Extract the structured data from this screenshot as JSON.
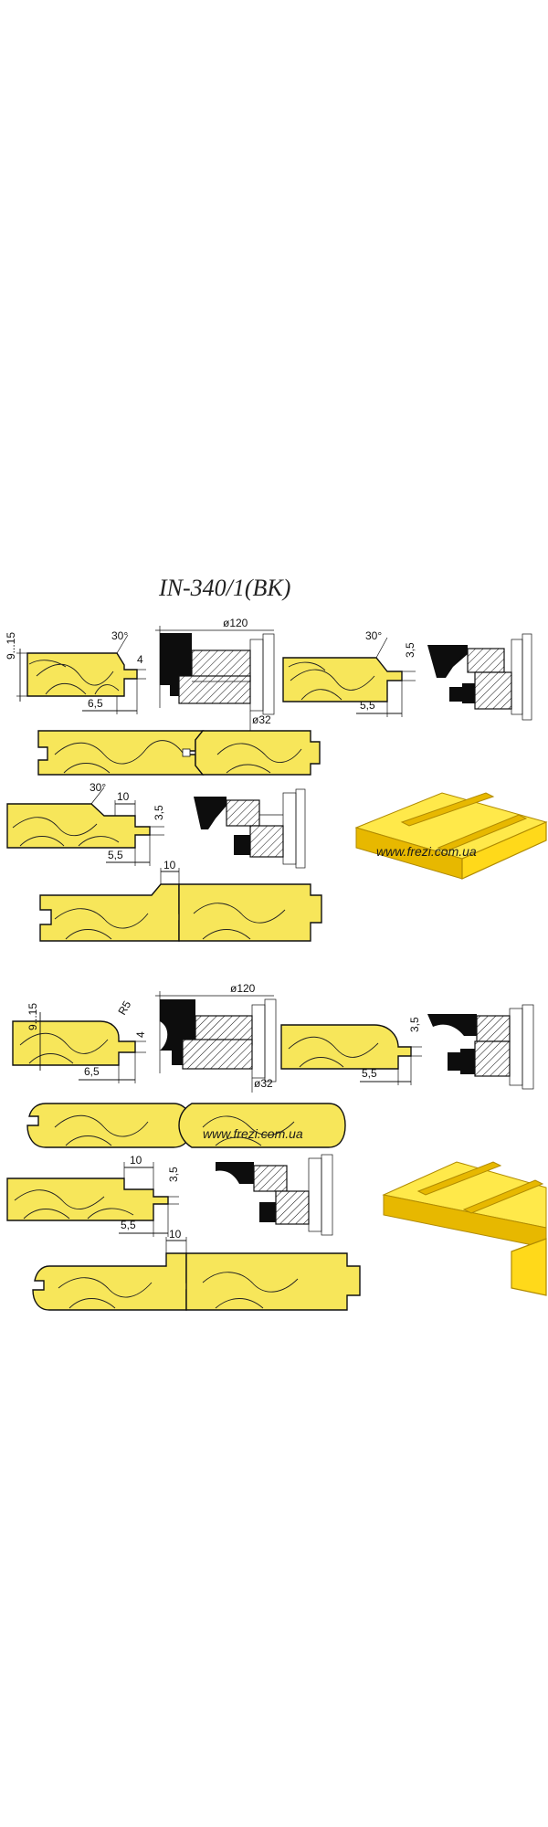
{
  "title": "IN-340/1(BK)",
  "watermark": "www.frezi.com.ua",
  "colors": {
    "wood": "#f7e65a",
    "panel": "#ffd91a",
    "cutter": "#0d0d0d"
  },
  "section1": {
    "profile_a": {
      "thickness": "9...15",
      "angle": "30°",
      "depth": "4",
      "offset": "6,5",
      "diameter": "ø120",
      "bore": "ø32"
    },
    "profile_b": {
      "angle": "30°",
      "depth": "3,5",
      "offset": "5,5"
    },
    "profile_c": {
      "angle": "30°",
      "width": "10",
      "depth": "3,5",
      "offset": "5,5"
    },
    "joint_gap": "10"
  },
  "section2": {
    "profile_a": {
      "thickness": "9...15",
      "radius": "R5",
      "depth": "4",
      "offset": "6,5",
      "diameter": "ø120",
      "bore": "ø32"
    },
    "profile_b": {
      "depth": "3,5",
      "offset": "5,5"
    },
    "profile_c": {
      "width": "10",
      "depth": "3,5",
      "offset": "5,5"
    },
    "joint_gap": "10"
  }
}
